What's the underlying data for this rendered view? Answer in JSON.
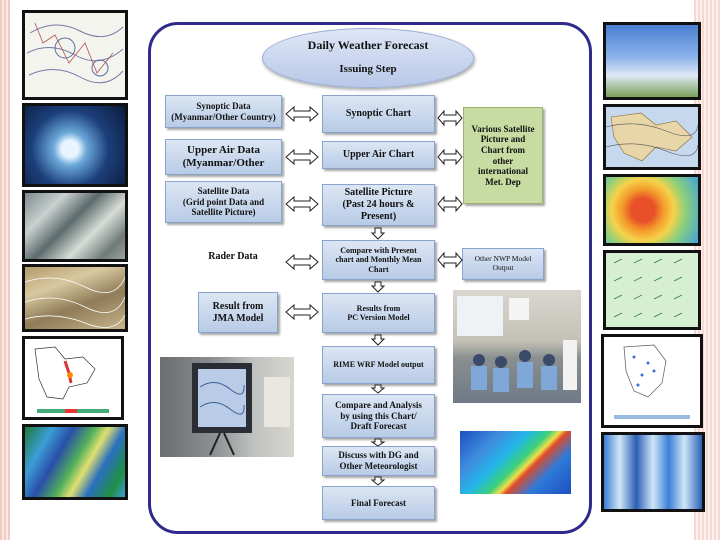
{
  "title": {
    "line1": "Daily Weather Forecast",
    "line2": "Issuing Step"
  },
  "inputs": {
    "synoptic_data": {
      "line1": "Synoptic Data",
      "line2": "(Myanmar/Other Country)"
    },
    "upper_air_data": {
      "line1": "Upper Air Data",
      "line2": "(Myanmar/Other"
    },
    "satellite_data": {
      "line1": "Satellite Data",
      "line2": "(Grid point Data and",
      "line3": "Satellite Picture)"
    },
    "rader_data": "Rader Data",
    "jma_model": {
      "line1": "Result from",
      "line2": "JMA Model"
    }
  },
  "steps": {
    "synoptic_chart": "Synoptic Chart",
    "upper_air_chart": "Upper Air Chart",
    "satellite_picture": {
      "line1": "Satellite Picture",
      "line2": "(Past 24 hours & Present)"
    },
    "compare_present": {
      "line1": "Compare with Present",
      "line2": "chart and Monthly Mean",
      "line3": "Chart"
    },
    "pc_model": {
      "line1": "Results from",
      "line2": "PC Version Model"
    },
    "rime_wrf": "RIME WRF Model output",
    "compare_analysis": {
      "line1": "Compare and Analysis",
      "line2": "by using this Chart/",
      "line3": "Draft Forecast"
    },
    "discuss": {
      "line1": "Discuss with DG and",
      "line2": "Other Meteorologist"
    },
    "final_forecast": "Final Forecast"
  },
  "side": {
    "various_satellite": {
      "line1": "Various Satellite",
      "line2": "Picture and",
      "line3": "Chart from",
      "line4": "other",
      "line5": "international",
      "line6": "Met. Dep"
    },
    "other_nwp": {
      "line1": "Other NWP Model",
      "line2": "Output"
    }
  },
  "colors": {
    "border": "#2f2a8c",
    "box": "#c9d8ee",
    "green": "#c7dba2"
  }
}
